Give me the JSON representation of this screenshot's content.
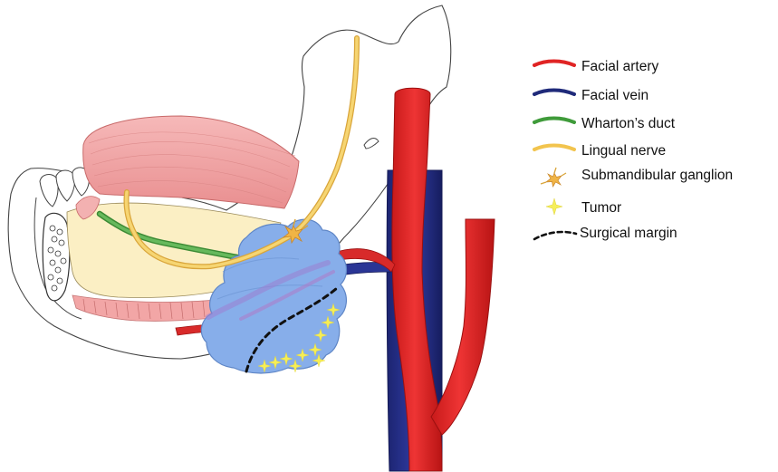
{
  "legend": {
    "items": [
      {
        "key": "facial-artery",
        "label": "Facial artery",
        "symbol": "line",
        "color": "#e02424"
      },
      {
        "key": "facial-vein",
        "label": "Facial vein",
        "symbol": "line",
        "color": "#1f2a7a"
      },
      {
        "key": "whartons-duct",
        "label": "Wharton’s duct",
        "symbol": "line",
        "color": "#3f9b3a"
      },
      {
        "key": "lingual-nerve",
        "label": "Lingual nerve",
        "symbol": "line",
        "color": "#f2c44e"
      },
      {
        "key": "submandibular-ganglion",
        "label": "Submandibular ganglion",
        "symbol": "ganglion",
        "color": "#e8a43a"
      },
      {
        "key": "tumor",
        "label": "Tumor",
        "symbol": "sparkle",
        "color": "#f5ee5a"
      },
      {
        "key": "surgical-margin",
        "label": "Surgical margin",
        "symbol": "dashed",
        "color": "#111111"
      }
    ]
  },
  "colors": {
    "gland": "#86aee8",
    "muscle": "#f1a3a3",
    "mucosa": "#fbefc4",
    "outline": "#555555"
  }
}
